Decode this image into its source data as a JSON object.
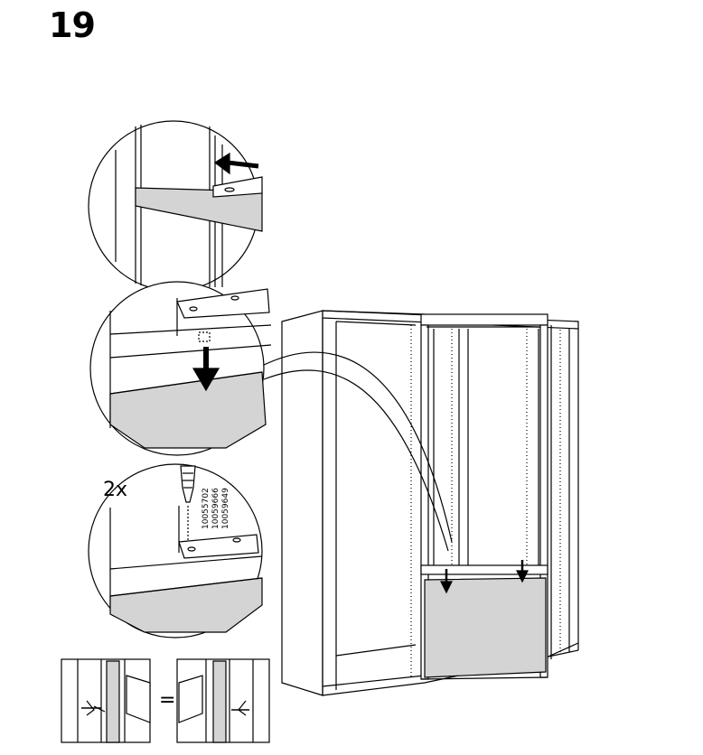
{
  "step_number": "19",
  "quantity_label": "2x",
  "part_numbers": [
    "10055702",
    "10059666",
    "10059649"
  ],
  "equals_sign": "=",
  "colors": {
    "line": "#000000",
    "panel_fill": "#d4d4d4",
    "background": "#ffffff"
  }
}
